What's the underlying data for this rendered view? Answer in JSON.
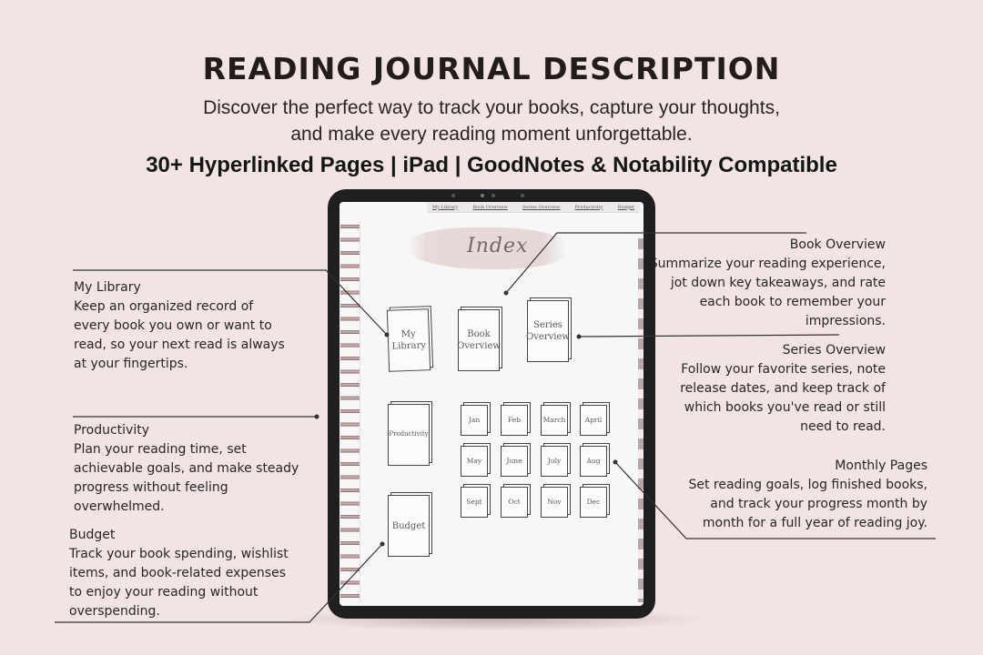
{
  "header": {
    "title": "READING JOURNAL DESCRIPTION",
    "subtitle_line1": "Discover the perfect way to track your books, capture your thoughts,",
    "subtitle_line2": "and make every reading moment unforgettable.",
    "compatibility": "30+ Hyperlinked Pages | iPad | GoodNotes & Notability Compatible"
  },
  "tablet": {
    "nav": [
      "My Library",
      "Book Overview",
      "Series Overview",
      "Productivity",
      "Budget"
    ],
    "index_title": "Index",
    "main_books": {
      "my_library": "My Library",
      "book_overview": "Book Overview",
      "series_overview": "Series Overview",
      "productivity": "Productivity",
      "budget": "Budget"
    },
    "months": [
      "Jan",
      "Feb",
      "March",
      "April",
      "May",
      "June",
      "July",
      "Aug",
      "Sept",
      "Oct",
      "Nov",
      "Dec"
    ]
  },
  "callouts": {
    "my_library": {
      "heading": "My Library",
      "lines": [
        "Keep an organized record of",
        "every book you own or want to",
        "read, so your next read is always",
        "at your fingertips."
      ]
    },
    "productivity": {
      "heading": "Productivity",
      "lines": [
        "Plan your reading time, set",
        "achievable goals, and make steady",
        "progress without feeling",
        "overwhelmed."
      ]
    },
    "budget": {
      "heading": "Budget",
      "lines": [
        "Track your book spending, wishlist",
        "items, and book-related expenses",
        "to enjoy your reading without",
        "overspending."
      ]
    },
    "book_overview": {
      "heading": "Book Overview",
      "lines": [
        "Summarize your reading experience,",
        "jot down key takeaways, and rate",
        "each book to remember your",
        "impressions."
      ]
    },
    "series_overview": {
      "heading": "Series Overview",
      "lines": [
        "Follow your favorite series, note",
        "release dates, and keep track of",
        "which books you've read or still",
        "need to read."
      ]
    },
    "monthly_pages": {
      "heading": "Monthly Pages",
      "lines": [
        "Set reading goals, log finished books,",
        "and track your progress month by",
        "month for a full year of reading joy."
      ]
    }
  },
  "colors": {
    "background": "#f3e4e4",
    "device": "#1f1f22",
    "text": "#1b1b1b"
  }
}
